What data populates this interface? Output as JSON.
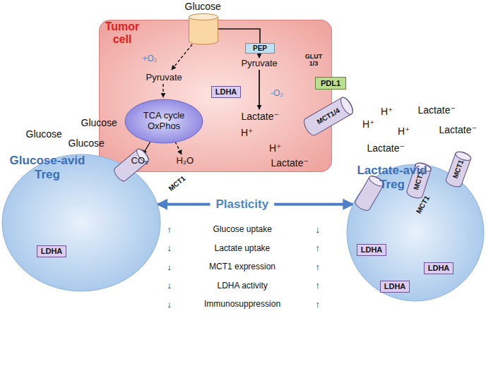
{
  "diagram": {
    "nodes": [
      {
        "text": [
          "Tumor cell"
        ]
      },
      {
        "text": [
          "GLUT 1/3"
        ],
        "in": 0
      },
      {
        "text": [
          "PEP"
        ],
        "in": 0
      },
      {
        "text": [
          "LDHA"
        ],
        "in": 0
      },
      {
        "text": [
          "TCA cycle OxPhos"
        ],
        "in": 0
      },
      {
        "text": [
          "PDL1"
        ],
        "in": 0
      },
      {
        "text": [
          "MCT1/4"
        ],
        "in": 0
      },
      {
        "text": [
          "Glucose-avid Treg"
        ]
      },
      {
        "text": [
          "MCT1"
        ],
        "in": 7
      },
      {
        "text": [
          "LDHA"
        ],
        "in": 7
      },
      {
        "text": [
          "Lactate-avid Treg"
        ]
      },
      {
        "text": [
          "MCT1"
        ],
        "in": 10
      },
      {
        "text": [
          "MCT1"
        ],
        "in": 10
      },
      {
        "text": [
          "MCT1"
        ],
        "in": 10
      },
      {
        "text": [
          "LDHA"
        ],
        "in": 10
      },
      {
        "text": [
          "LDHA"
        ],
        "in": 10
      },
      {
        "text": [
          "LDHA"
        ],
        "in": 10
      }
    ],
    "edges": [
      {
        "from": 1,
        "to": 2,
        "arrow": "none"
      },
      {
        "from": 7,
        "to": 10,
        "label": "Plasticity",
        "arrow": "both"
      }
    ],
    "labels": [
      "Glucose",
      "+O₂",
      "Pyruvate",
      "Pyruvate",
      "-O₂",
      "Lactate⁻",
      "H⁺",
      "H⁺",
      "Lactate⁻",
      "CO₂",
      "H₂O",
      "Glucose",
      "Glucose",
      "Glucose",
      "H⁺",
      "H⁺",
      "Lactate⁻",
      "H⁺",
      "Lactate⁻",
      "Lactate⁻",
      "↑",
      "Glucose uptake",
      "↓",
      "↓",
      "Lactate uptake",
      "↑",
      "↓",
      "MCT1 expression",
      "↑",
      "↓",
      "LDHA activity",
      "↑",
      "↓",
      "Immunosuppression",
      "↑"
    ]
  }
}
